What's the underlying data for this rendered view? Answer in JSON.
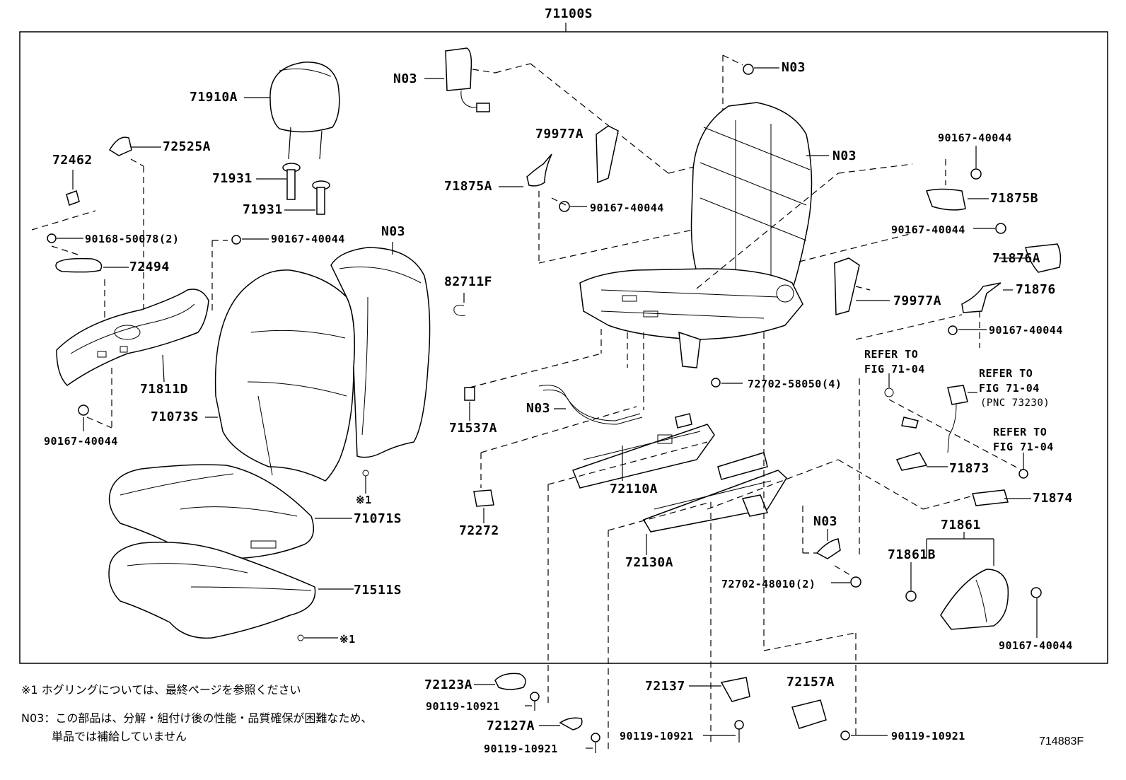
{
  "top_label": "71100S",
  "figure_number": "714883F",
  "labels": {
    "n03_airbag": "N03",
    "p71910A": "71910A",
    "p72525A": "72525A",
    "p72462": "72462",
    "p71931_a": "71931",
    "p71931_b": "71931",
    "p90168_50078": "90168-50078(2)",
    "p90167_left_top": "90167-40044",
    "n03_cover": "N03",
    "p72494": "72494",
    "p71811D": "71811D",
    "p71073S": "71073S",
    "p90167_left_bottom": "90167-40044",
    "p79977A_top": "79977A",
    "p71875A": "71875A",
    "p90167_mid": "90167-40044",
    "n03_nut": "N03",
    "n03_frame": "N03",
    "p90167_right_top": "90167-40044",
    "p71875B": "71875B",
    "p90167_right_2": "90167-40044",
    "p71876A": "71876A",
    "p82711F": "82711F",
    "p79977A_right": "79977A",
    "p71876": "71876",
    "p90167_right_3": "90167-40044",
    "refer_1a": "REFER TO",
    "refer_1b": "FIG 71-04",
    "refer_2a": "REFER TO",
    "refer_2b": "FIG 71-04",
    "refer_2c": "(PNC 73230)",
    "refer_3a": "REFER TO",
    "refer_3b": "FIG 71-04",
    "p72702_58050": "72702-58050(4)",
    "p71537A": "71537A",
    "n03_wire": "N03",
    "mark_1_a": "※1",
    "p72110A": "72110A",
    "p71071S": "71071S",
    "p72272": "72272",
    "p71873": "71873",
    "p71874": "71874",
    "p71861": "71861",
    "p71861B": "71861B",
    "n03_bracket": "N03",
    "p72130A": "72130A",
    "p72702_48010": "72702-48010(2)",
    "p71511S": "71511S",
    "mark_1_b": "※1",
    "p90167_right_bottom": "90167-40044",
    "p72123A": "72123A",
    "p90119_a": "90119-10921",
    "p72137": "72137",
    "p72157A": "72157A",
    "p72127A": "72127A",
    "p90119_b": "90119-10921",
    "p90119_c": "90119-10921",
    "p90119_d": "90119-10921"
  },
  "notes": {
    "note1": "※1  ホグリングについては、最終ページを参照ください",
    "note2": "N03：この部品は、分解・組付け後の性能・品質確保が困難なため、",
    "note3": "単品では補給していません"
  }
}
